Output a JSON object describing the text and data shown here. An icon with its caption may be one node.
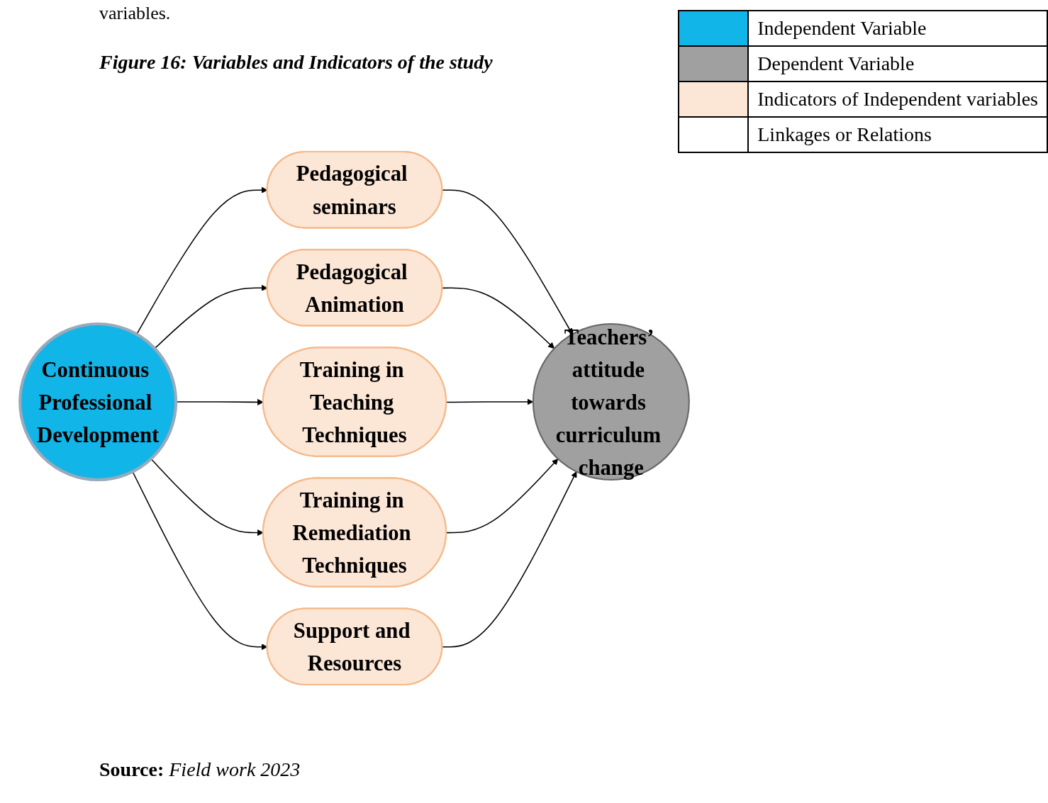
{
  "diagram": {
    "title": "Figure 16: Variables and Indicators of the study",
    "caption": "**Source:** *Field work 2023*",
    "nodes": [
      {
        "text": [
          "Continuous Professional Development"
        ]
      },
      {
        "text": [
          "Pedagogical seminars"
        ]
      },
      {
        "text": [
          "Pedagogical Animation"
        ]
      },
      {
        "text": [
          "Training in Teaching Techniques"
        ]
      },
      {
        "text": [
          "Training in Remediation Techniques"
        ]
      },
      {
        "text": [
          "Support and Resources"
        ]
      },
      {
        "text": [
          "Teachers’ attitude towards curriculum change"
        ]
      }
    ],
    "edges": [
      {
        "from": 0,
        "to": 1,
        "arrow": "to"
      },
      {
        "from": 0,
        "to": 2,
        "arrow": "to"
      },
      {
        "from": 0,
        "to": 3,
        "arrow": "to"
      },
      {
        "from": 0,
        "to": 4,
        "arrow": "to"
      },
      {
        "from": 0,
        "to": 5,
        "arrow": "to"
      },
      {
        "from": 1,
        "to": 6,
        "arrow": "to"
      },
      {
        "from": 2,
        "to": 6,
        "arrow": "to"
      },
      {
        "from": 3,
        "to": 6,
        "arrow": "to"
      },
      {
        "from": 4,
        "to": 6,
        "arrow": "to"
      },
      {
        "from": 5,
        "to": 6,
        "arrow": "to"
      }
    ],
    "labels": [
      "variables."
    ],
    "legend": [
      {
        "text": "Independent Variable",
        "color": "#12b5e8"
      },
      {
        "text": "Dependent Variable",
        "color": "#a0a0a0"
      },
      {
        "text": "Indicators of Independent variables",
        "color": "#fce6d6"
      },
      {
        "text": "Linkages or Relations",
        "color": "#ffffff"
      }
    ]
  }
}
